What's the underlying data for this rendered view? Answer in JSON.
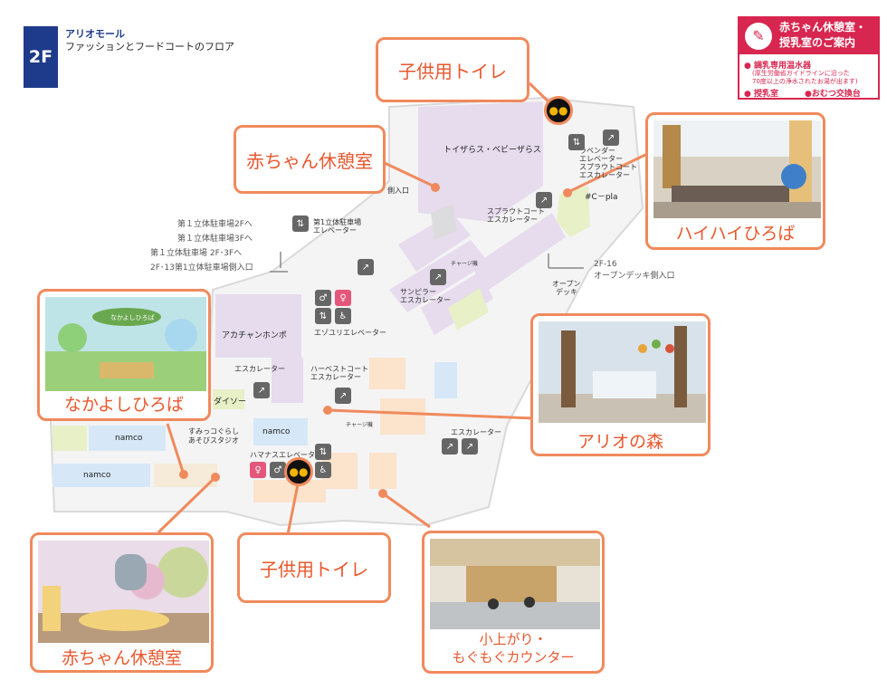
{
  "header": {
    "floor": "2F",
    "mall_name": "アリオモール",
    "floor_description": "ファッションとフードコートのフロア"
  },
  "info_box": {
    "title_line1": "赤ちゃん休憩室・",
    "title_line2": "授乳室のご案内",
    "item1": "● 調乳専用温水器",
    "note1": "(厚生労働省ガイドラインに沿った",
    "note2": "70度以上の浄水されたお湯が出ます)",
    "item2": "● 授乳室",
    "item3": "●おむつ交換台",
    "accent_color": "#d7264f"
  },
  "callouts": {
    "toilet_top": "子供用トイレ",
    "baby_room_top": "赤ちゃん休憩室",
    "toilet_bottom": "子供用トイレ"
  },
  "photo_cards": {
    "haihai": "ハイハイひろば",
    "nakayoshi": "なかよしひろば",
    "ario_forest": "アリオの森",
    "baby_room_bottom": "赤ちゃん休憩室",
    "koagari_line1": "小上がり・",
    "koagari_line2": "もぐもぐカウンター",
    "nakayoshi_sign": "なかよしひろば"
  },
  "map_labels": {
    "toysrus": "トイザらス・ベビーザらス",
    "akachan": "アカチャンホンポ",
    "daiso": "ダイソー",
    "namco1": "namco",
    "namco2": "namco",
    "namco3": "namco",
    "sumikko_line1": "すみっコぐらし",
    "sumikko_line2": "あそびスタジオ",
    "cpla": "#C－pla",
    "lavender_line1": "ラベンダー",
    "lavender_line2": "エレベーター",
    "sprout_line1": "スプラウトコート",
    "sprout_line2": "エスカレーター",
    "sprout_esc_line1": "スプラウトコート",
    "sprout_esc_line2": "エスカレーター",
    "sunpillar_line1": "サンピラー",
    "sunpillar_line2": "エスカレーター",
    "ezoyuri": "エゾユリエレベーター",
    "escalator": "エスカレーター",
    "harvest_line1": "ハーベストコート",
    "harvest_line2": "エスカレーター",
    "hamanasu": "ハマナスエレベーター",
    "escalator2": "エスカレーター",
    "open_deck_line1": "オープン",
    "open_deck_line2": "デッキ",
    "entrance_16_line1": "2F-16",
    "entrance_16_line2": "オープンデッキ側入口",
    "side_entrance": "側入口",
    "parking_ev_line1": "第1立体駐車場",
    "parking_ev_line2": "エレベーター",
    "charge1": "チャージ機",
    "charge2": "チャージ機"
  },
  "parking": {
    "p1": "第１立体駐車場2Fへ",
    "p2": "第１立体駐車場3Fへ",
    "p3": "第１立体駐車場 2F･3Fへ",
    "p4": "2F･13第1立体駐車場側入口"
  },
  "colors": {
    "callout_border": "#f08a5d",
    "callout_text": "#e8572d",
    "floor_badge": "#1e3a8a",
    "store_purple": "#e6dced",
    "store_blue": "#d6e8f7",
    "store_green": "#e8f0c8",
    "store_orange": "#fbe3cc"
  },
  "icons": [
    "kids-toilet-icon",
    "elevator-icon",
    "escalator-icon",
    "toilet-icon",
    "wheelchair-icon",
    "baby-bottle-icon"
  ]
}
